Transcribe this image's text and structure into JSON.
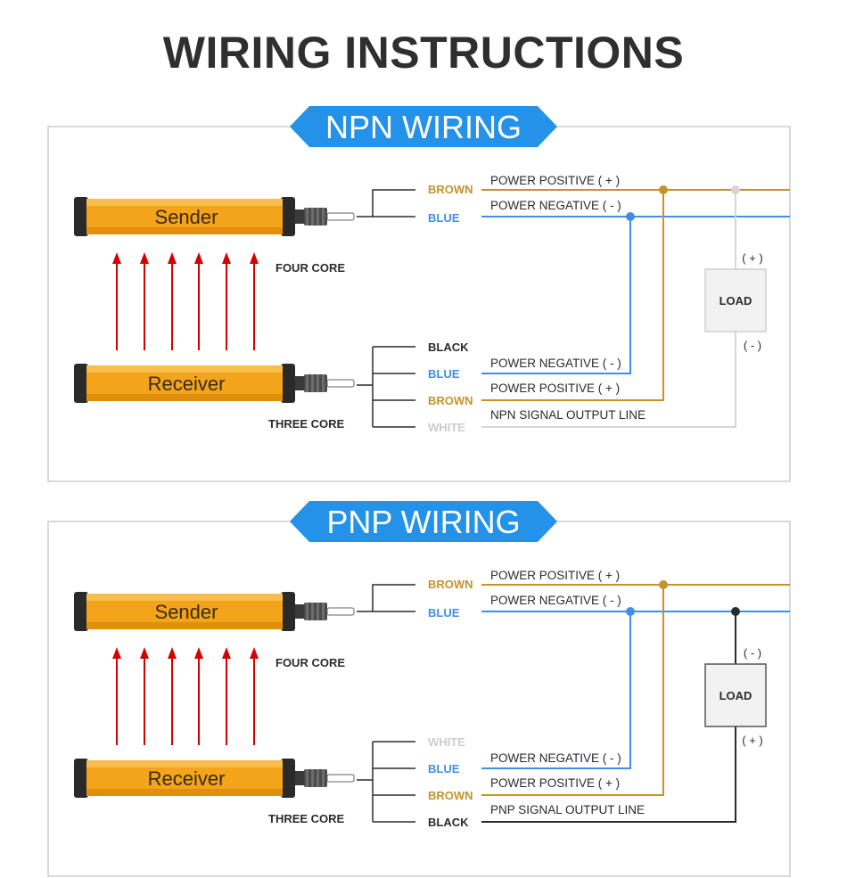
{
  "title": "WIRING INSTRUCTIONS",
  "colors": {
    "brown": "#c4932b",
    "blue": "#3f8fe6",
    "white_wire": "#cccccc",
    "black": "#2b2b2b",
    "banner": "#2392e8",
    "sensor_body": "#f3a41a",
    "beam": "#d40000",
    "panel_border": "#b5b5b5"
  },
  "npn": {
    "banner": "NPN WIRING",
    "sender": "Sender",
    "receiver": "Receiver",
    "sender_core": "FOUR CORE",
    "receiver_core": "THREE CORE",
    "sender_wires": [
      "BROWN",
      "BLUE"
    ],
    "receiver_wires": [
      "BLACK",
      "BLUE",
      "BROWN",
      "WHITE"
    ],
    "sender_desc": [
      "POWER POSITIVE ( + )",
      "POWER NEGATIVE ( - )"
    ],
    "receiver_desc": [
      "POWER NEGATIVE ( - )",
      "POWER POSITIVE ( + )",
      "NPN SIGNAL OUTPUT LINE"
    ],
    "load": "LOAD",
    "load_top": "( + )",
    "load_bottom": "( - )"
  },
  "pnp": {
    "banner": "PNP WIRING",
    "sender": "Sender",
    "receiver": "Receiver",
    "sender_core": "FOUR CORE",
    "receiver_core": "THREE CORE",
    "sender_wires": [
      "BROWN",
      "BLUE"
    ],
    "receiver_wires": [
      "WHITE",
      "BLUE",
      "BROWN",
      "BLACK"
    ],
    "sender_desc": [
      "POWER POSITIVE ( + )",
      "POWER NEGATIVE ( - )"
    ],
    "receiver_desc": [
      "POWER NEGATIVE ( - )",
      "POWER POSITIVE ( + )",
      "PNP SIGNAL OUTPUT LINE"
    ],
    "load": "LOAD",
    "load_top": "( - )",
    "load_bottom": "( + )"
  }
}
